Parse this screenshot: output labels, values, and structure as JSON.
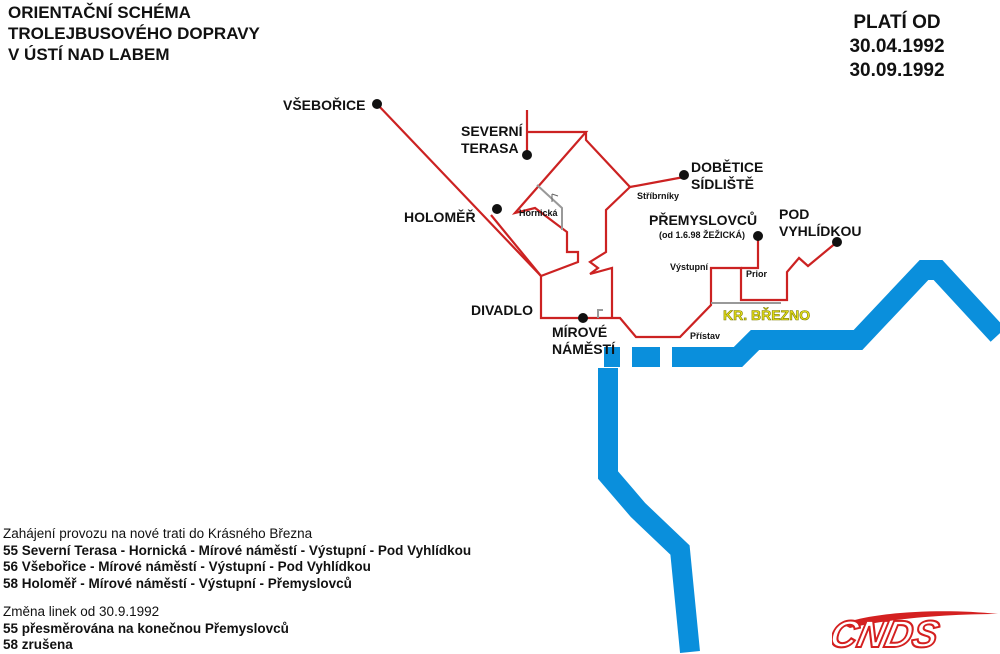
{
  "title": {
    "line1": "ORIENTAČNÍ SCHÉMA",
    "line2": "TROLEJBUSOVÉHO DOPRAVY",
    "line3": "V ÚSTÍ NAD LABEM"
  },
  "validity": {
    "label": "PLATÍ OD",
    "date1": "30.04.1992",
    "date2": "30.09.1992"
  },
  "stops": {
    "vseborice": "VŠEBOŘICE",
    "severni_1": "SEVERNÍ",
    "severni_2": "TERASA",
    "dobetice_1": "DOBĚTICE",
    "dobetice_2": "SÍDLIŠTĚ",
    "holomer": "HOLOMĚŘ",
    "premyslovcu": "PŘEMYSLOVCŮ",
    "premyslovcu_note": "(od 1.6.98 ŽEŽICKÁ)",
    "pod_1": "POD",
    "pod_2": "VYHLÍDKOU",
    "divadlo": "DIVADLO",
    "mirove_1": "MÍROVÉ",
    "mirove_2": "NÁMĚSTÍ",
    "kr_brezno": "KR. BŘEZNO"
  },
  "small_labels": {
    "stribrniky": "Stříbrníky",
    "hornicka": "Hornická",
    "vystupni": "Výstupní",
    "prior": "Prior",
    "pristav": "Přístav"
  },
  "notes": {
    "heading1": "Zahájení provozu na nové trati do Krásného Března",
    "lines1": [
      "55 Severní Terasa - Hornická - Mírové náměstí - Výstupní - Pod Vyhlídkou",
      "56 Všebořice - Mírové náměstí - Výstupní - Pod Vyhlídkou",
      "58 Holoměř - Mírové náměstí - Výstupní - Přemyslovců"
    ],
    "heading2": "Změna linek od 30.9.1992",
    "lines2": [
      "55 přesměrována na konečnou Přemyslovců",
      "58 zrušena"
    ]
  },
  "logo": {
    "text": "CNDS"
  },
  "colors": {
    "route": "#cc2222",
    "river": "#0a8fdc",
    "new_section": "#999999",
    "highlight": "#e8e21a",
    "logo": "#d42020"
  }
}
